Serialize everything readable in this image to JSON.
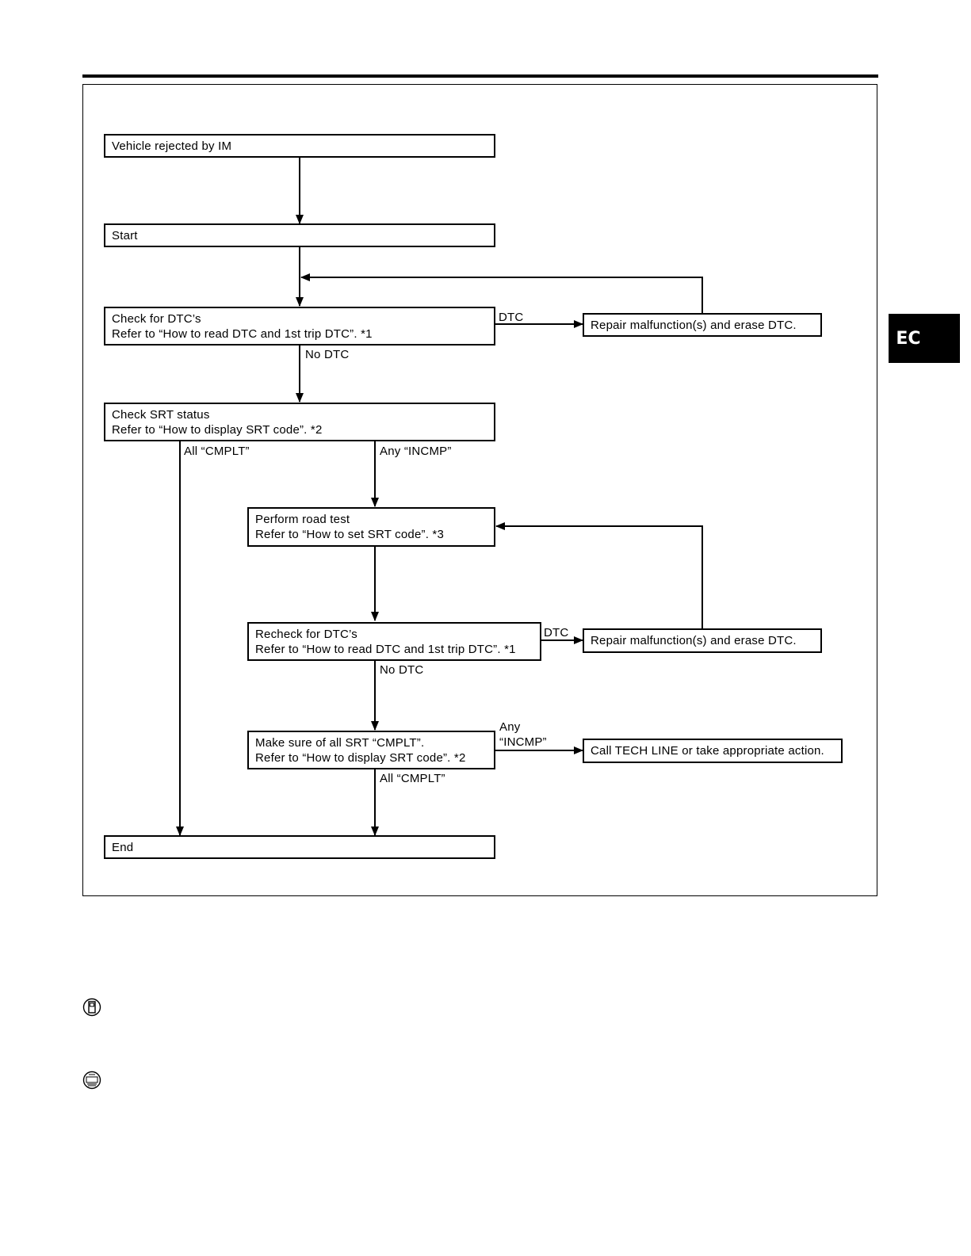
{
  "section_tab": "EC",
  "boxes": {
    "vehicle_rejected": [
      "Vehicle rejected by IM"
    ],
    "start": [
      "Start"
    ],
    "check_dtc": [
      "Check for DTC’s",
      "Refer to “How to read DTC and 1st trip DTC”. *1"
    ],
    "repair_1": [
      "Repair malfunction(s) and erase DTC."
    ],
    "check_srt": [
      "Check SRT status",
      "Refer to “How to display SRT code”. *2"
    ],
    "road_test": [
      "Perform road test",
      "Refer to “How to set SRT code”. *3"
    ],
    "recheck_dtc": [
      "Recheck for DTC’s",
      "Refer to “How to read DTC and 1st trip DTC”. *1"
    ],
    "repair_2": [
      "Repair malfunction(s) and erase DTC."
    ],
    "make_sure": [
      "Make sure of all SRT “CMPLT”.",
      "Refer to “How to display SRT code”. *2"
    ],
    "call_tech": [
      "Call TECH LINE or take appropriate action."
    ],
    "end": [
      "End"
    ]
  },
  "edge_labels": {
    "dtc_1": "DTC",
    "no_dtc_1": "No DTC",
    "all_cmplt_1": "All “CMPLT”",
    "any_incmp_1": "Any “INCMP”",
    "dtc_2": "DTC",
    "no_dtc_2": "No DTC",
    "any_incmp_2": [
      "Any",
      "“INCMP”"
    ],
    "all_cmplt_2": "All “CMPLT”"
  },
  "icons": [
    "consult-icon",
    "gst-icon"
  ]
}
